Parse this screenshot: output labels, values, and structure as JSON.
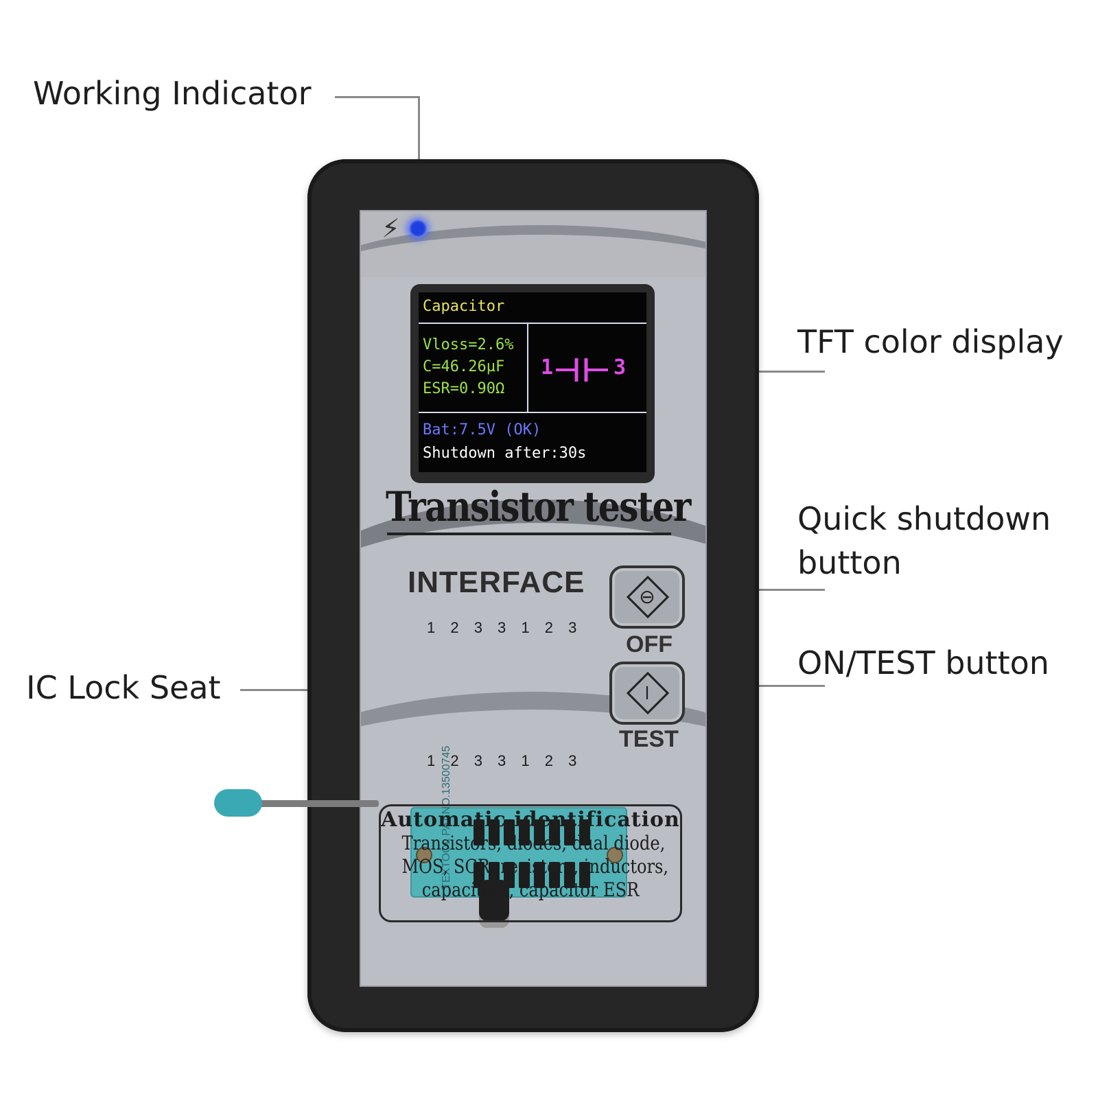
{
  "callouts": {
    "working_indicator": "Working Indicator",
    "tft_display": "TFT color display",
    "quick_shutdown_line1": "Quick shutdown",
    "quick_shutdown_line2": "button",
    "on_test": "ON/TEST button",
    "ic_lock_seat": "IC Lock Seat"
  },
  "device": {
    "brand": "Transistor tester",
    "interface_label": "INTERFACE",
    "pins_top": "1 2 3 3 1 2 3",
    "pins_bottom": "1 2 3 3 1 2 3",
    "off_label": "OFF",
    "test_label": "TEST",
    "zif_text": "TEXTOOL PAT.NO.13500745",
    "led_color": "#1e3fe0",
    "socket_color": "#4fb3b8"
  },
  "screen": {
    "title": "Capacitor",
    "vloss": "Vloss=2.6%",
    "capacitance": "C=46.26µF",
    "esr": "ESR=0.90Ω",
    "pin_left": "1",
    "pin_right": "3",
    "battery": "Bat:7.5V (OK)",
    "shutdown": "Shutdown after:30s",
    "colors": {
      "title": "#e8e35a",
      "values": "#9be24a",
      "pins": "#e04ce6",
      "battery": "#6a78ff",
      "shutdown": "#ffffff"
    }
  },
  "features": {
    "title": "Automatic identification",
    "line1": "Transistors, diodes, dual diode,",
    "line2": "MOS, SCR, resistors, inductors,",
    "line3": "capacitors, capacitor ESR"
  }
}
